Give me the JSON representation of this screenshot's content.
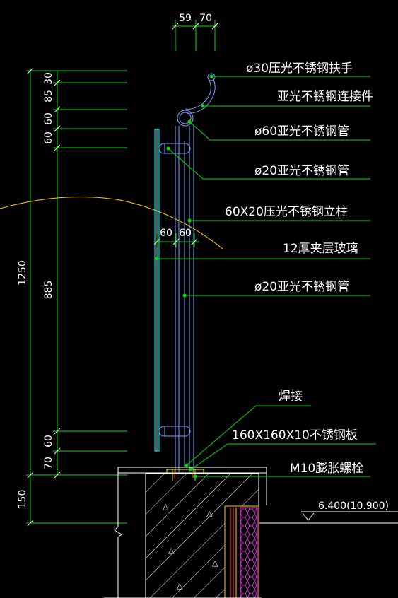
{
  "dimensions": {
    "top_59": "59",
    "top_70": "70",
    "left_30": "30",
    "left_85": "85",
    "left_60a": "60",
    "left_60b": "60",
    "left_885": "885",
    "left_60c": "60",
    "left_70": "70",
    "left_1250": "1250",
    "left_150": "150",
    "mid_60a": "60",
    "mid_60b": "60"
  },
  "labels": {
    "handrail": "ø30压光不锈钢扶手",
    "connector": "亚光不锈钢连接件",
    "tube60": "ø60亚光不锈钢管",
    "tube20_top": "ø20亚光不锈钢管",
    "post": "60X20压光不锈钢立柱",
    "glass": "12厚夹层玻璃",
    "tube20_bottom": "ø20亚光不锈钢管",
    "weld": "焊接",
    "plate": "160X160X10不锈钢板",
    "bolt": "M10膨胀螺栓",
    "elevation": "6.400(10.900)"
  }
}
